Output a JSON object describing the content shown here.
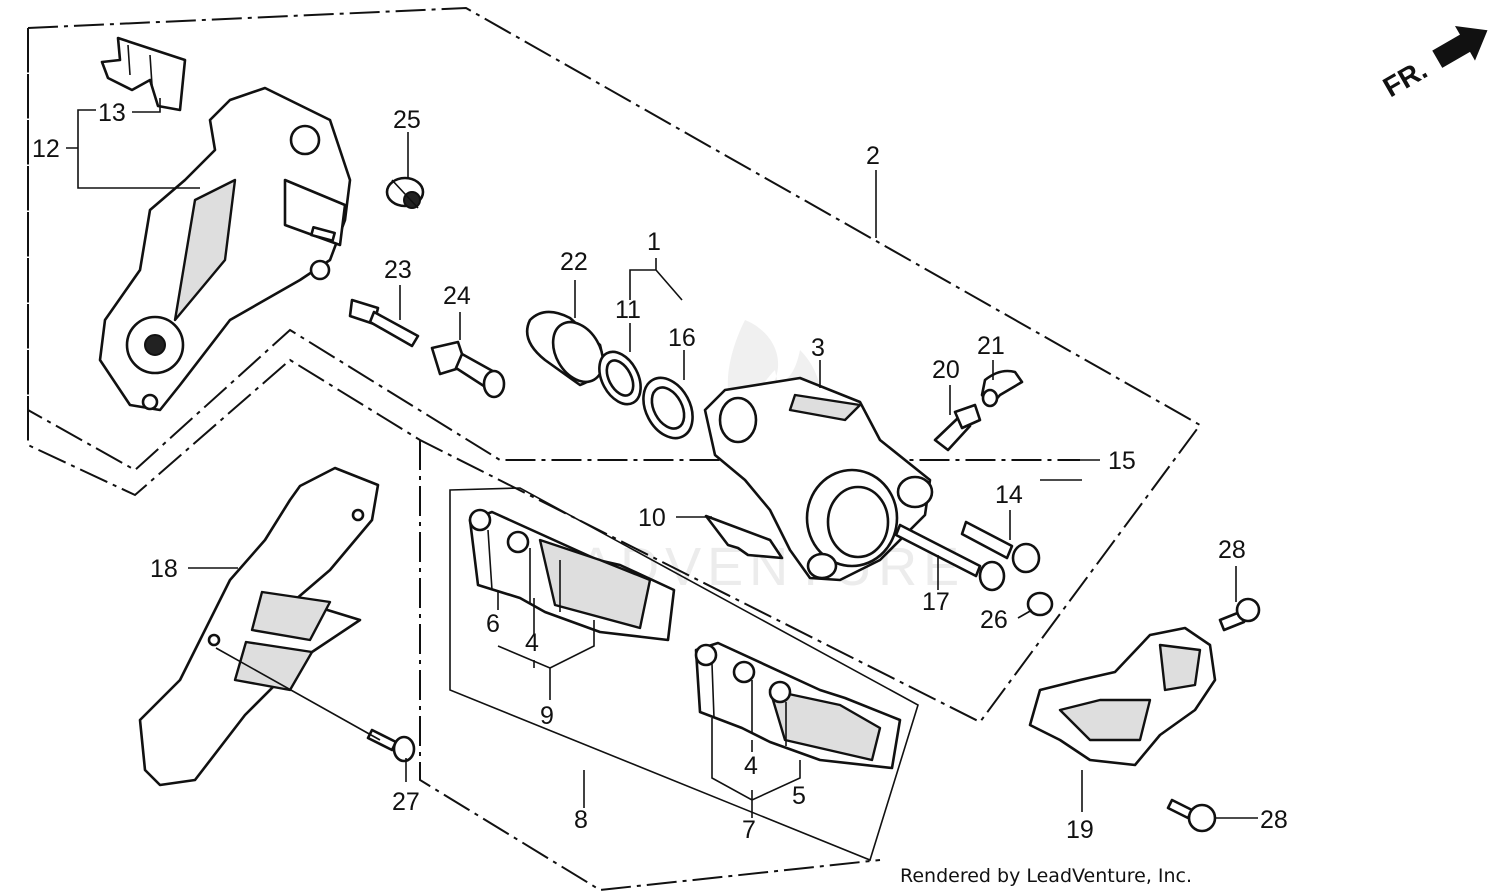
{
  "direction": {
    "label": "FR."
  },
  "credit": "Rendered by LeadVenture, Inc.",
  "watermark": {
    "text": "LEADVENTURE"
  },
  "callouts": {
    "n1": "1",
    "n2": "2",
    "n3": "3",
    "n4a": "4",
    "n4b": "4",
    "n5": "5",
    "n6": "6",
    "n7": "7",
    "n8": "8",
    "n9": "9",
    "n10": "10",
    "n11": "11",
    "n12": "12",
    "n13": "13",
    "n14": "14",
    "n15": "15",
    "n16": "16",
    "n17": "17",
    "n18": "18",
    "n19": "19",
    "n20": "20",
    "n21": "21",
    "n22": "22",
    "n23": "23",
    "n24": "24",
    "n25": "25",
    "n26": "26",
    "n27": "27",
    "n28a": "28",
    "n28b": "28"
  }
}
